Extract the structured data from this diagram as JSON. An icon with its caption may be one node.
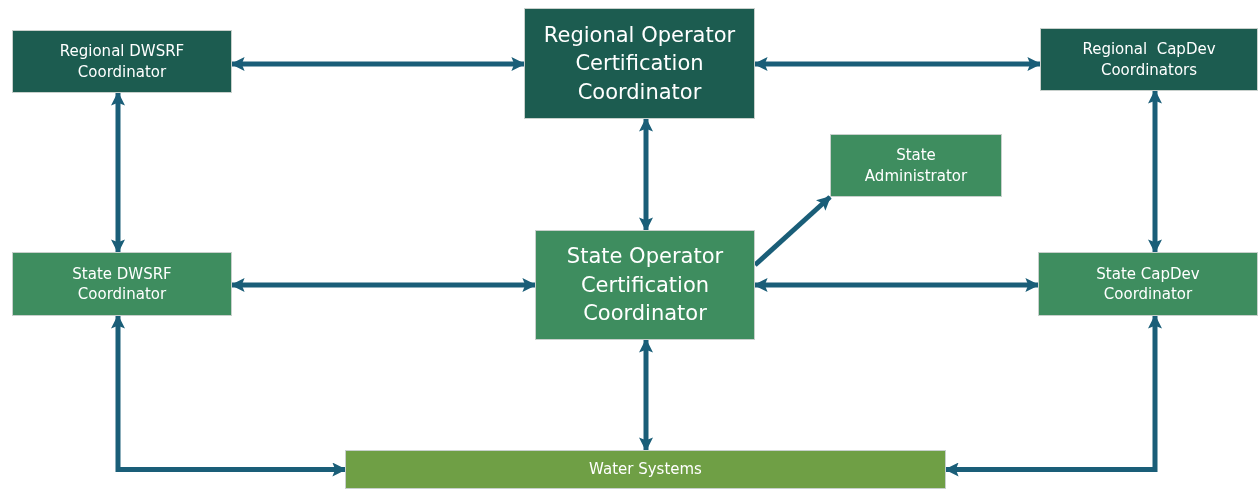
{
  "diagram": {
    "nodes": [
      {
        "text": [
          "Regional DWSRF Coordinator"
        ]
      },
      {
        "text": [
          "Regional Operator Certification Coordinator"
        ]
      },
      {
        "text": [
          "Regional  CapDev Coordinators"
        ]
      },
      {
        "text": [
          "State Administrator"
        ]
      },
      {
        "text": [
          "State DWSRF Coordinator"
        ]
      },
      {
        "text": [
          "State Operator Certification Coordinator"
        ]
      },
      {
        "text": [
          "State CapDev Coordinator"
        ]
      },
      {
        "text": [
          "Water Systems"
        ]
      }
    ],
    "edges": [
      {
        "from": 0,
        "to": 1,
        "arrow": "both"
      },
      {
        "from": 1,
        "to": 2,
        "arrow": "both"
      },
      {
        "from": 0,
        "to": 4,
        "arrow": "both"
      },
      {
        "from": 1,
        "to": 5,
        "arrow": "both"
      },
      {
        "from": 2,
        "to": 6,
        "arrow": "both"
      },
      {
        "from": 5,
        "to": 3,
        "arrow": "to"
      },
      {
        "from": 4,
        "to": 5,
        "arrow": "both"
      },
      {
        "from": 5,
        "to": 6,
        "arrow": "both"
      },
      {
        "from": 5,
        "to": 7,
        "arrow": "both"
      },
      {
        "from": 4,
        "to": 7,
        "arrow": "both"
      },
      {
        "from": 6,
        "to": 7,
        "arrow": "both"
      }
    ]
  }
}
